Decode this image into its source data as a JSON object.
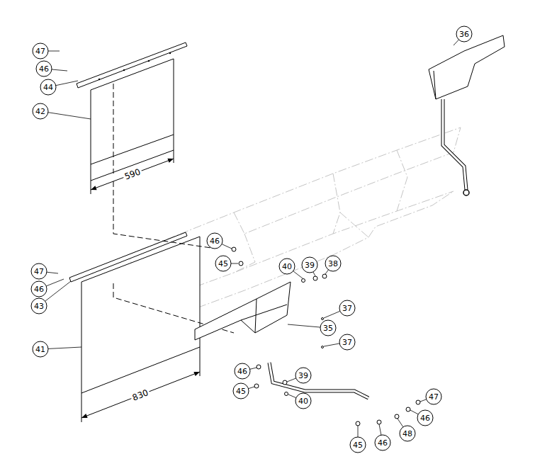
{
  "diagram": {
    "labels": [
      "36",
      "47",
      "46",
      "44",
      "42",
      "590",
      "46",
      "45",
      "47",
      "46",
      "43",
      "41",
      "830",
      "40",
      "39",
      "38",
      "37",
      "35",
      "37",
      "46",
      "45",
      "39",
      "40",
      "47",
      "46",
      "48",
      "46",
      "45"
    ]
  }
}
